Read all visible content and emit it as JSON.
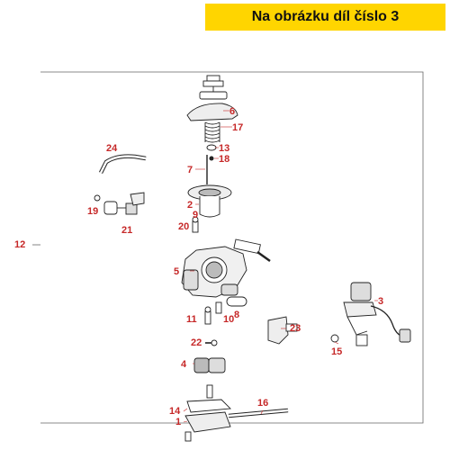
{
  "banner": {
    "text": "Na obrázku díl číslo 3",
    "background": "#ffd500"
  },
  "callout_color": "#c62828",
  "frame_label": "12",
  "callouts": [
    "1",
    "2",
    "3",
    "4",
    "5",
    "6",
    "7",
    "8",
    "9",
    "10",
    "11",
    "12",
    "13",
    "14",
    "15",
    "16",
    "17",
    "18",
    "19",
    "20",
    "21",
    "22",
    "23",
    "24"
  ],
  "highlighted_part": "3"
}
